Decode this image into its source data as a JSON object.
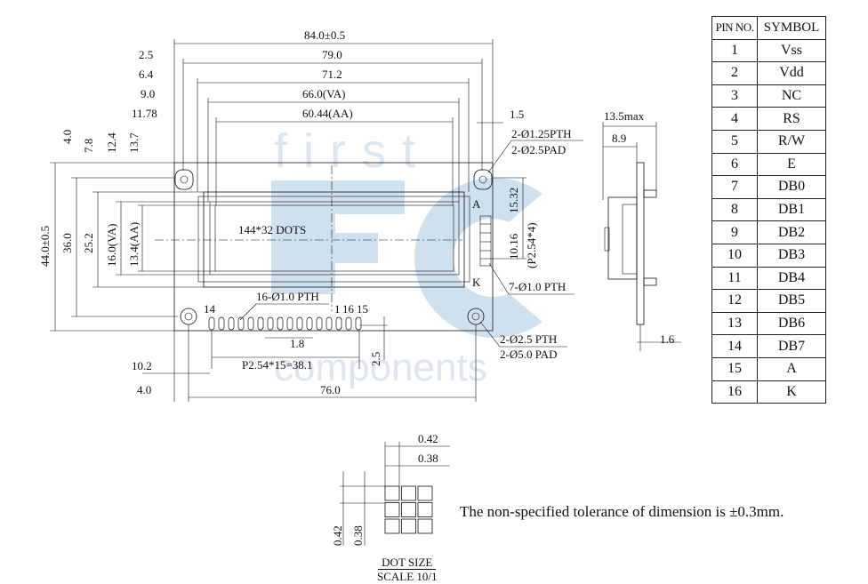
{
  "dims": {
    "overall_width": "84.0±0.5",
    "w_79": "79.0",
    "w_712": "71.2",
    "w_va": "66.0(VA)",
    "w_aa": "60.44(AA)",
    "off_25": "2.5",
    "off_64": "6.4",
    "off_90": "9.0",
    "off_1178": "11.78",
    "r_15": "1.5",
    "pth_125": "2-Ø1.25PTH",
    "pad_25": "2-Ø2.5PAD",
    "v_40": "4.0",
    "v_78": "7.8",
    "v_124": "12.4",
    "v_137": "13.7",
    "overall_height": "44.0±0.5",
    "h_360": "36.0",
    "h_252": "25.2",
    "h_va": "16.0(VA)",
    "h_aa": "13.4(AA)",
    "r_1532": "15.32",
    "r_1016": "10.16",
    "r_pitch": "(P2.54*4)",
    "dots": "144*32 DOTS",
    "label_a": "A",
    "label_k": "K",
    "pth_7": "7-Ø1.0 PTH",
    "pth_16": "16-Ø1.0 PTH",
    "pin14": "14",
    "pin1": "1",
    "pin16": "16",
    "pin15": "15",
    "d_18": "1.8",
    "pitch": "P2.54*15=38.1",
    "d_25v": "2.5",
    "pth_25": "2-Ø2.5 PTH",
    "pad_50": "2-Ø5.0 PAD",
    "d_102": "10.2",
    "d_40b": "4.0",
    "d_760": "76.0",
    "side_135": "13.5max",
    "side_89": "8.9",
    "side_16": "1.6",
    "dot_042": "0.42",
    "dot_038": "0.38"
  },
  "watermark": {
    "top": "first",
    "bottom": "components"
  },
  "pin_table": {
    "headers": [
      "PIN NO.",
      "SYMBOL"
    ],
    "rows": [
      [
        "1",
        "Vss"
      ],
      [
        "2",
        "Vdd"
      ],
      [
        "3",
        "NC"
      ],
      [
        "4",
        "RS"
      ],
      [
        "5",
        "R/W"
      ],
      [
        "6",
        "E"
      ],
      [
        "7",
        "DB0"
      ],
      [
        "8",
        "DB1"
      ],
      [
        "9",
        "DB2"
      ],
      [
        "10",
        "DB3"
      ],
      [
        "11",
        "DB4"
      ],
      [
        "12",
        "DB5"
      ],
      [
        "13",
        "DB6"
      ],
      [
        "14",
        "DB7"
      ],
      [
        "15",
        "A"
      ],
      [
        "16",
        "K"
      ]
    ]
  },
  "note": "The non-specified tolerance of dimension is ±0.3mm.",
  "dot_caption": {
    "line1": "DOT SIZE",
    "line2": "SCALE 10/1"
  }
}
